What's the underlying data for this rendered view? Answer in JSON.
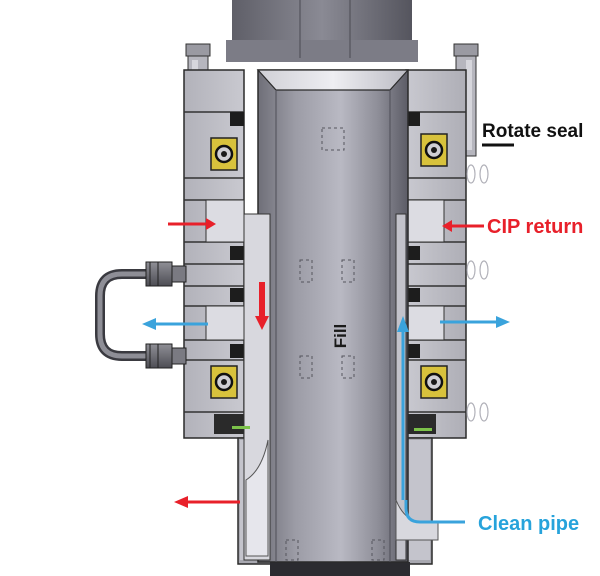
{
  "labels": {
    "rotate_seal": "Rotate seal",
    "cip_return": "CIP return",
    "clean_pipe": "Clean pipe",
    "fill": "Fill"
  },
  "colors": {
    "rotate_seal": "#111111",
    "cip_return": "#e8202a",
    "clean_pipe": "#27a3db",
    "flow_red": "#e8202a",
    "flow_blue": "#3aa3dc",
    "body_light": "#c4c4cc",
    "body_dark": "#6a6a72"
  },
  "icons": [
    "bearing-icon",
    "flow-arrow-icon"
  ]
}
